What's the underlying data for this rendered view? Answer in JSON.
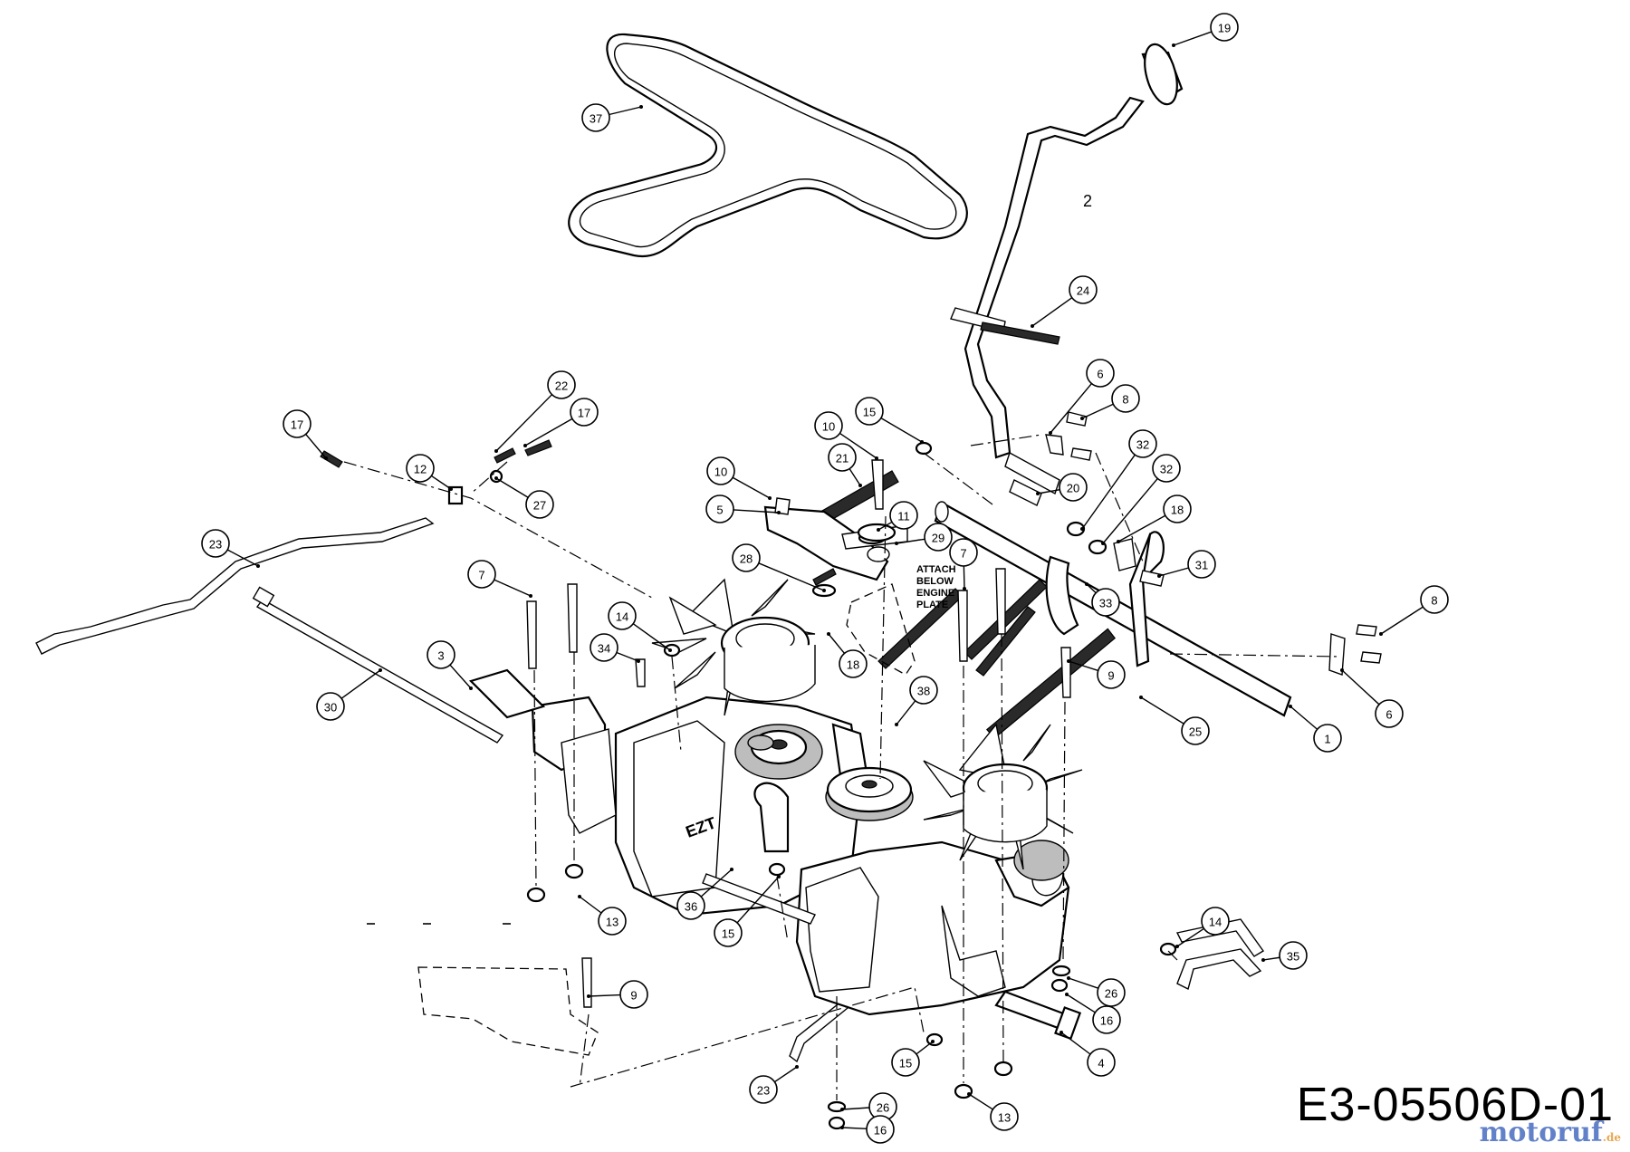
{
  "diagram": {
    "reference_code": "E3-05506D-01",
    "note": [
      "ATTACH",
      "BELOW",
      "ENGINE",
      "PLATE"
    ],
    "watermark": {
      "main": "motoruf",
      "tld": ".de"
    },
    "plain_labels": [
      "2"
    ],
    "callouts": [
      "19",
      "37",
      "24",
      "6",
      "8",
      "32",
      "32",
      "20",
      "18",
      "31",
      "17",
      "22",
      "17",
      "12",
      "27",
      "23",
      "15",
      "10",
      "21",
      "10",
      "5",
      "11",
      "29",
      "28",
      "7",
      "7",
      "3",
      "30",
      "14",
      "34",
      "18",
      "38",
      "9",
      "33",
      "25",
      "1",
      "8",
      "6",
      "13",
      "36",
      "15",
      "14",
      "35",
      "9",
      "26",
      "16",
      "4",
      "15",
      "13",
      "23",
      "26",
      "16"
    ]
  }
}
